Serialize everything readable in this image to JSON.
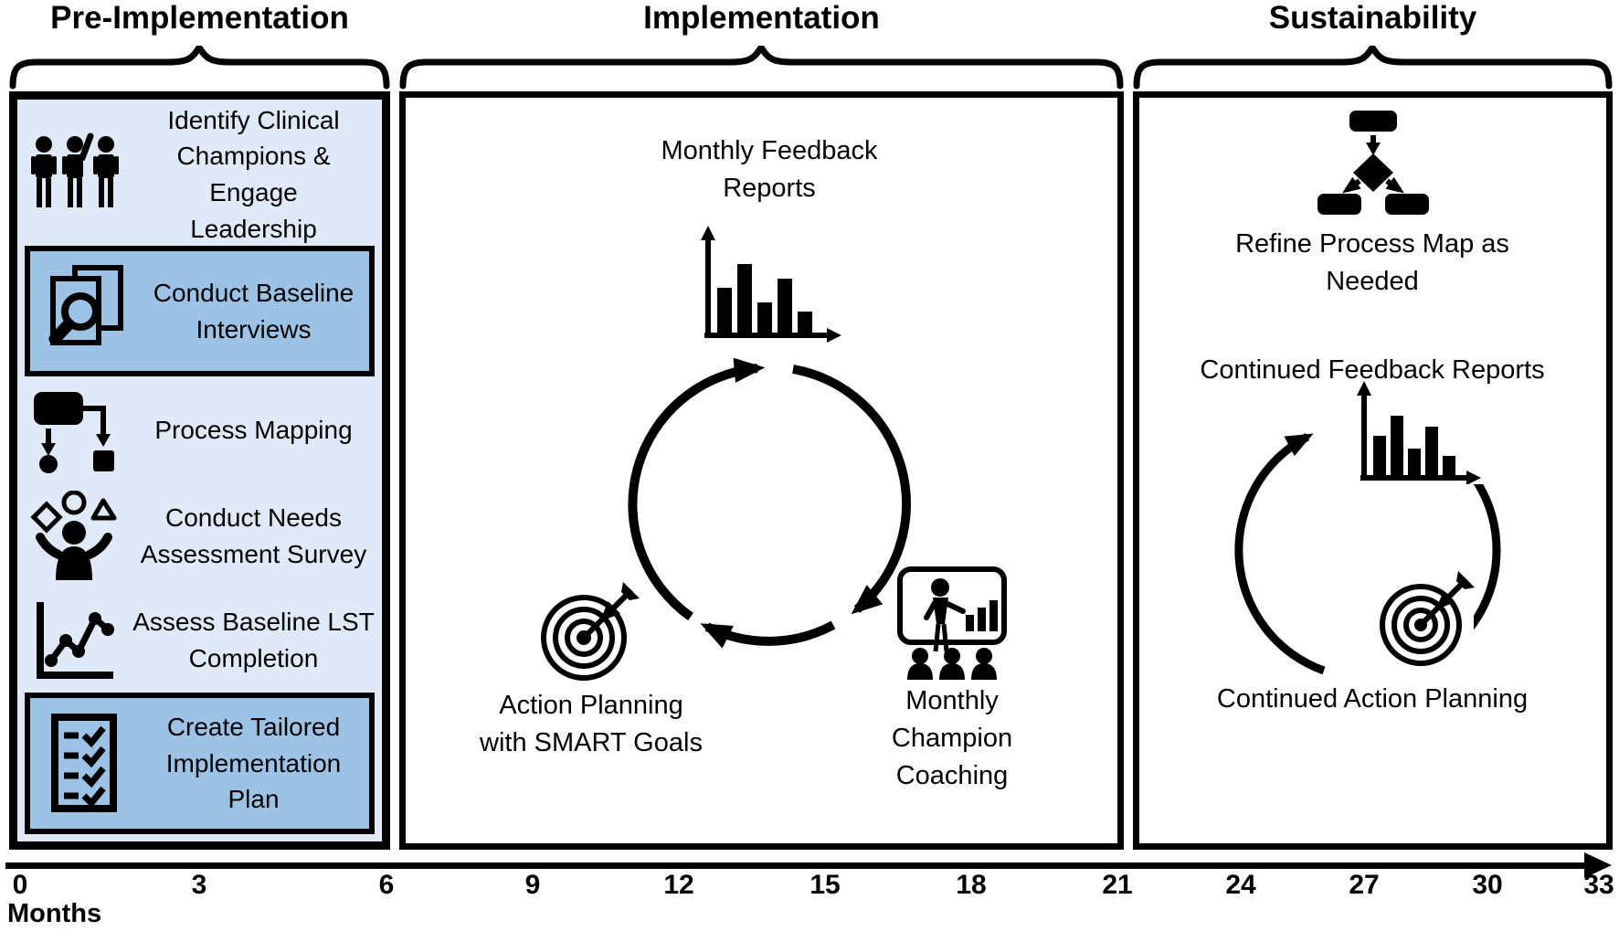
{
  "phases": [
    {
      "label": "Pre-Implementation"
    },
    {
      "label": "Implementation"
    },
    {
      "label": "Sustainability"
    }
  ],
  "pre_implementation": {
    "items": [
      {
        "label": "Identify Clinical Champions & Engage Leadership",
        "icon": "people-icon",
        "highlighted": false
      },
      {
        "label": "Conduct Baseline Interviews",
        "icon": "document-search-icon",
        "highlighted": true
      },
      {
        "label": "Process Mapping",
        "icon": "flowchart-icon",
        "highlighted": false
      },
      {
        "label": "Conduct Needs Assessment Survey",
        "icon": "person-shapes-icon",
        "highlighted": false
      },
      {
        "label": "Assess Baseline LST Completion",
        "icon": "line-chart-icon",
        "highlighted": false
      },
      {
        "label": "Create Tailored Implementation Plan",
        "icon": "checklist-icon",
        "highlighted": true
      }
    ]
  },
  "implementation": {
    "feedback_label": "Monthly Feedback Reports",
    "feedback_icon": "bar-chart-icon",
    "coaching_label": "Monthly Champion Coaching",
    "coaching_icon": "presenter-coaching-icon",
    "action_label": "Action Planning with SMART Goals",
    "action_icon": "target-icon",
    "cycle_icon": "cycle-arrows-icon"
  },
  "sustainability": {
    "refine_label": "Refine Process Map as Needed",
    "refine_icon": "process-map-icon",
    "feedback_label": "Continued Feedback Reports",
    "feedback_icon": "bar-chart-icon",
    "action_label": "Continued Action Planning",
    "action_icon": "target-icon",
    "cycle_icon": "cycle-arrows-icon"
  },
  "timeline": {
    "axis_label": "Months",
    "ticks": [
      "0",
      "3",
      "6",
      "9",
      "12",
      "15",
      "18",
      "21",
      "24",
      "27",
      "30",
      "33"
    ]
  },
  "colors": {
    "panel_bg": "#dfe9f7",
    "highlight_bg": "#9cc3e6",
    "ink": "#111111",
    "bg": "#ffffff"
  }
}
